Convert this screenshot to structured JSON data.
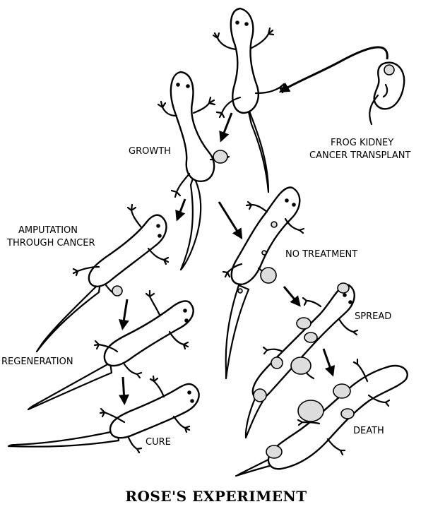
{
  "labels": {
    "kidney_line1": "FROG KIDNEY",
    "kidney_line2": "CANCER TRANSPLANT",
    "growth": "GROWTH",
    "amputation_line1": "AMPUTATION",
    "amputation_line2": "THROUGH CANCER",
    "no_treatment": "NO TREATMENT",
    "spread": "SPREAD",
    "regeneration": "REGENERATION",
    "death": "DEATH",
    "cure": "CURE"
  },
  "title": "ROSE'S EXPERIMENT",
  "colors": {
    "ink": "#000000",
    "paper": "#ffffff",
    "tumor_fill": "#dddddd"
  }
}
